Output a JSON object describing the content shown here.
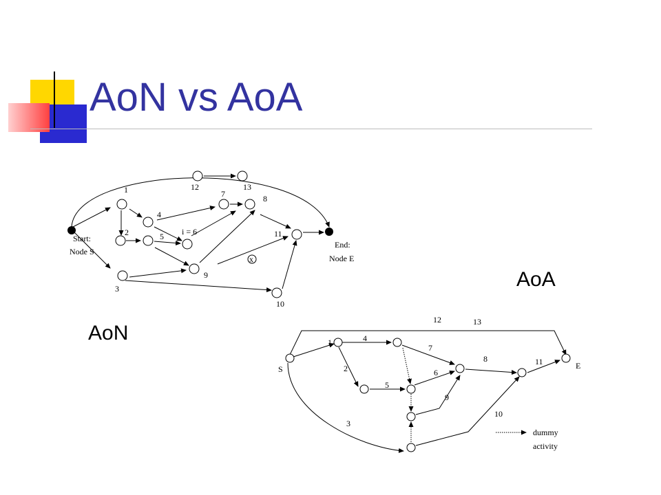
{
  "title": "AoN vs AoA",
  "labels": {
    "aon": "AoN",
    "aoa": "AoA"
  },
  "colors": {
    "title": "#3333a0",
    "yellow": "#ffd700",
    "blue": "#2a2ad0",
    "red": "#ff5050"
  },
  "aon": {
    "start_line1": "Start:",
    "start_line2": "Node S",
    "end_line1": "End:",
    "end_line2": "Node E",
    "node_labels": [
      "1",
      "2",
      "3",
      "4",
      "5",
      "i = 6",
      "7",
      "8",
      "9",
      "10",
      "11",
      "12",
      "13"
    ],
    "marker": "x"
  },
  "aoa": {
    "start_label": "S",
    "end_label": "E",
    "activity_labels": [
      "1",
      "2",
      "3",
      "4",
      "5",
      "6",
      "7",
      "8",
      "9",
      "10",
      "11",
      "12",
      "13"
    ],
    "legend_line1": "dummy",
    "legend_line2": "activity"
  }
}
